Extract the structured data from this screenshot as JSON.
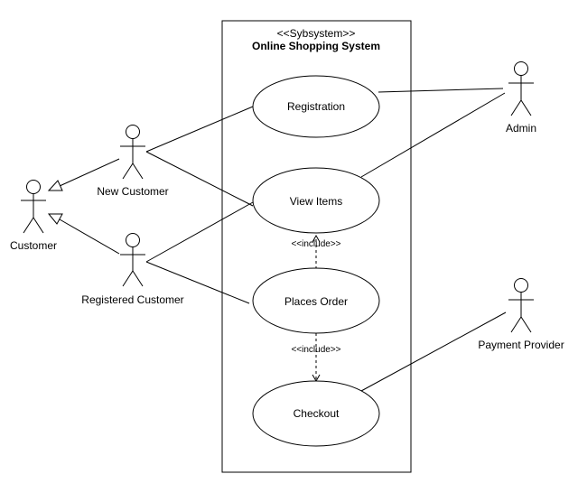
{
  "system": {
    "stereotype": "<<Sybsystem>>",
    "name": "Online Shopping System"
  },
  "use_cases": {
    "registration": "Registration",
    "view_items": "View Items",
    "places_order": "Places Order",
    "checkout": "Checkout"
  },
  "actors": {
    "customer": "Customer",
    "new_customer": "New Customer",
    "registered_customer": "Registered Customer",
    "admin": "Admin",
    "payment_provider": "Payment Provider"
  },
  "relations": {
    "include_view_items": "<<include>>",
    "include_checkout": "<<include>>"
  }
}
